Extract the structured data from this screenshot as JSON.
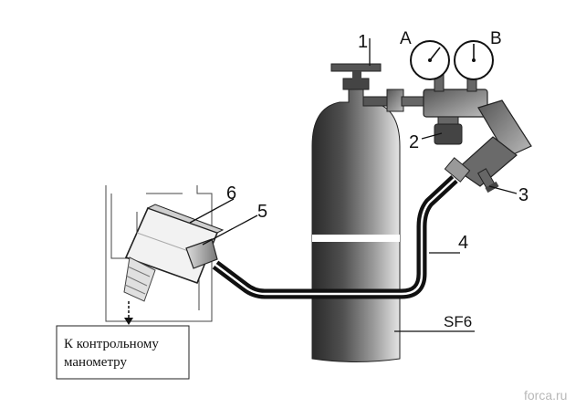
{
  "labels": {
    "l1": "1",
    "l2": "2",
    "l3": "3",
    "l4": "4",
    "l5": "5",
    "l6": "6",
    "gauge_a": "A",
    "gauge_b": "B",
    "gas": "SF6"
  },
  "note": {
    "line1": "К контрольному",
    "line2": "манометру"
  },
  "watermark": "forca.ru"
}
